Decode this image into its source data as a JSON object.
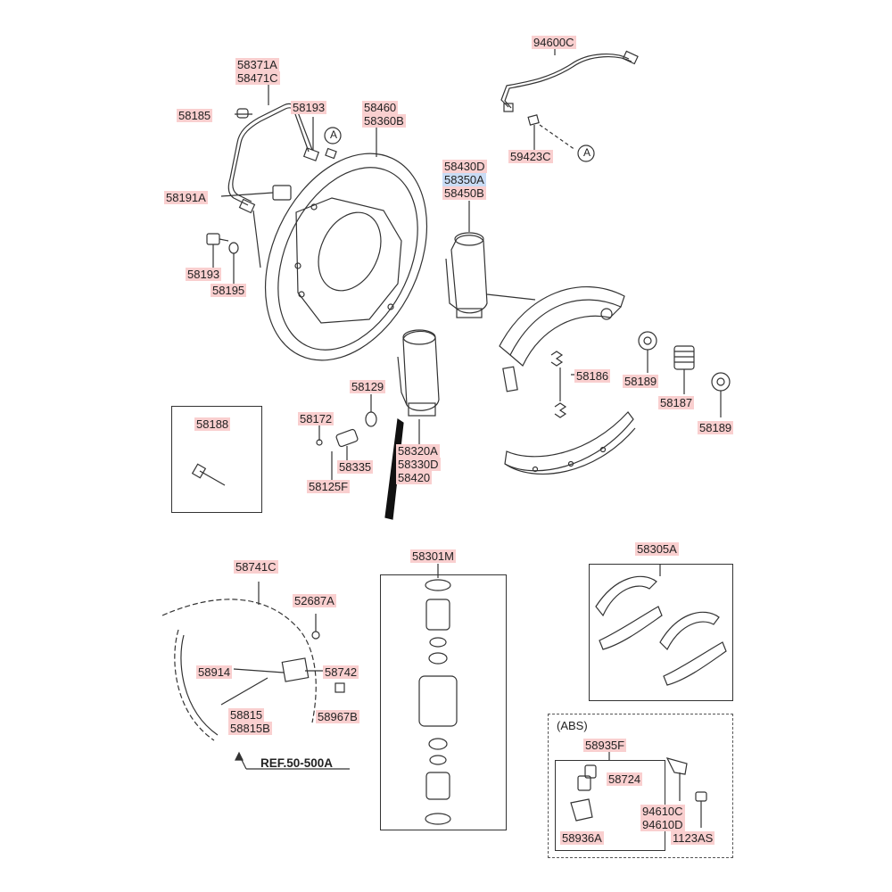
{
  "labels": {
    "l_94600C": "94600C",
    "l_58371A": "58371A",
    "l_58471C": "58471C",
    "l_58185": "58185",
    "l_58193a": "58193",
    "l_58460": "58460",
    "l_58360B": "58360B",
    "l_A1": "A",
    "l_59423C": "59423C",
    "l_A2": "A",
    "l_58430D": "58430D",
    "l_58350A": "58350A",
    "l_58450B": "58450B",
    "l_58191A": "58191A",
    "l_58193b": "58193",
    "l_58195": "58195",
    "l_58186": "58186",
    "l_58189a": "58189",
    "l_58187": "58187",
    "l_58189b": "58189",
    "l_58129": "58129",
    "l_58188": "58188",
    "l_58172": "58172",
    "l_58335": "58335",
    "l_58320A": "58320A",
    "l_58330D": "58330D",
    "l_58420": "58420",
    "l_58125F": "58125F",
    "l_58741C": "58741C",
    "l_58301M": "58301M",
    "l_58305A": "58305A",
    "l_52687A": "52687A",
    "l_58914": "58914",
    "l_58742": "58742",
    "l_58815": "58815",
    "l_58815B": "58815B",
    "l_58967B": "58967B",
    "l_REF": "REF.50-500A",
    "l_ABS": "(ABS)",
    "l_58935F": "58935F",
    "l_58724": "58724",
    "l_94610C": "94610C",
    "l_94610D": "94610D",
    "l_58936A": "58936A",
    "l_1123AS": "1123AS"
  },
  "colors": {
    "label_bg": "#f9cfcf",
    "label_highlight_bg": "#c9dcf5",
    "line": "#333333"
  }
}
